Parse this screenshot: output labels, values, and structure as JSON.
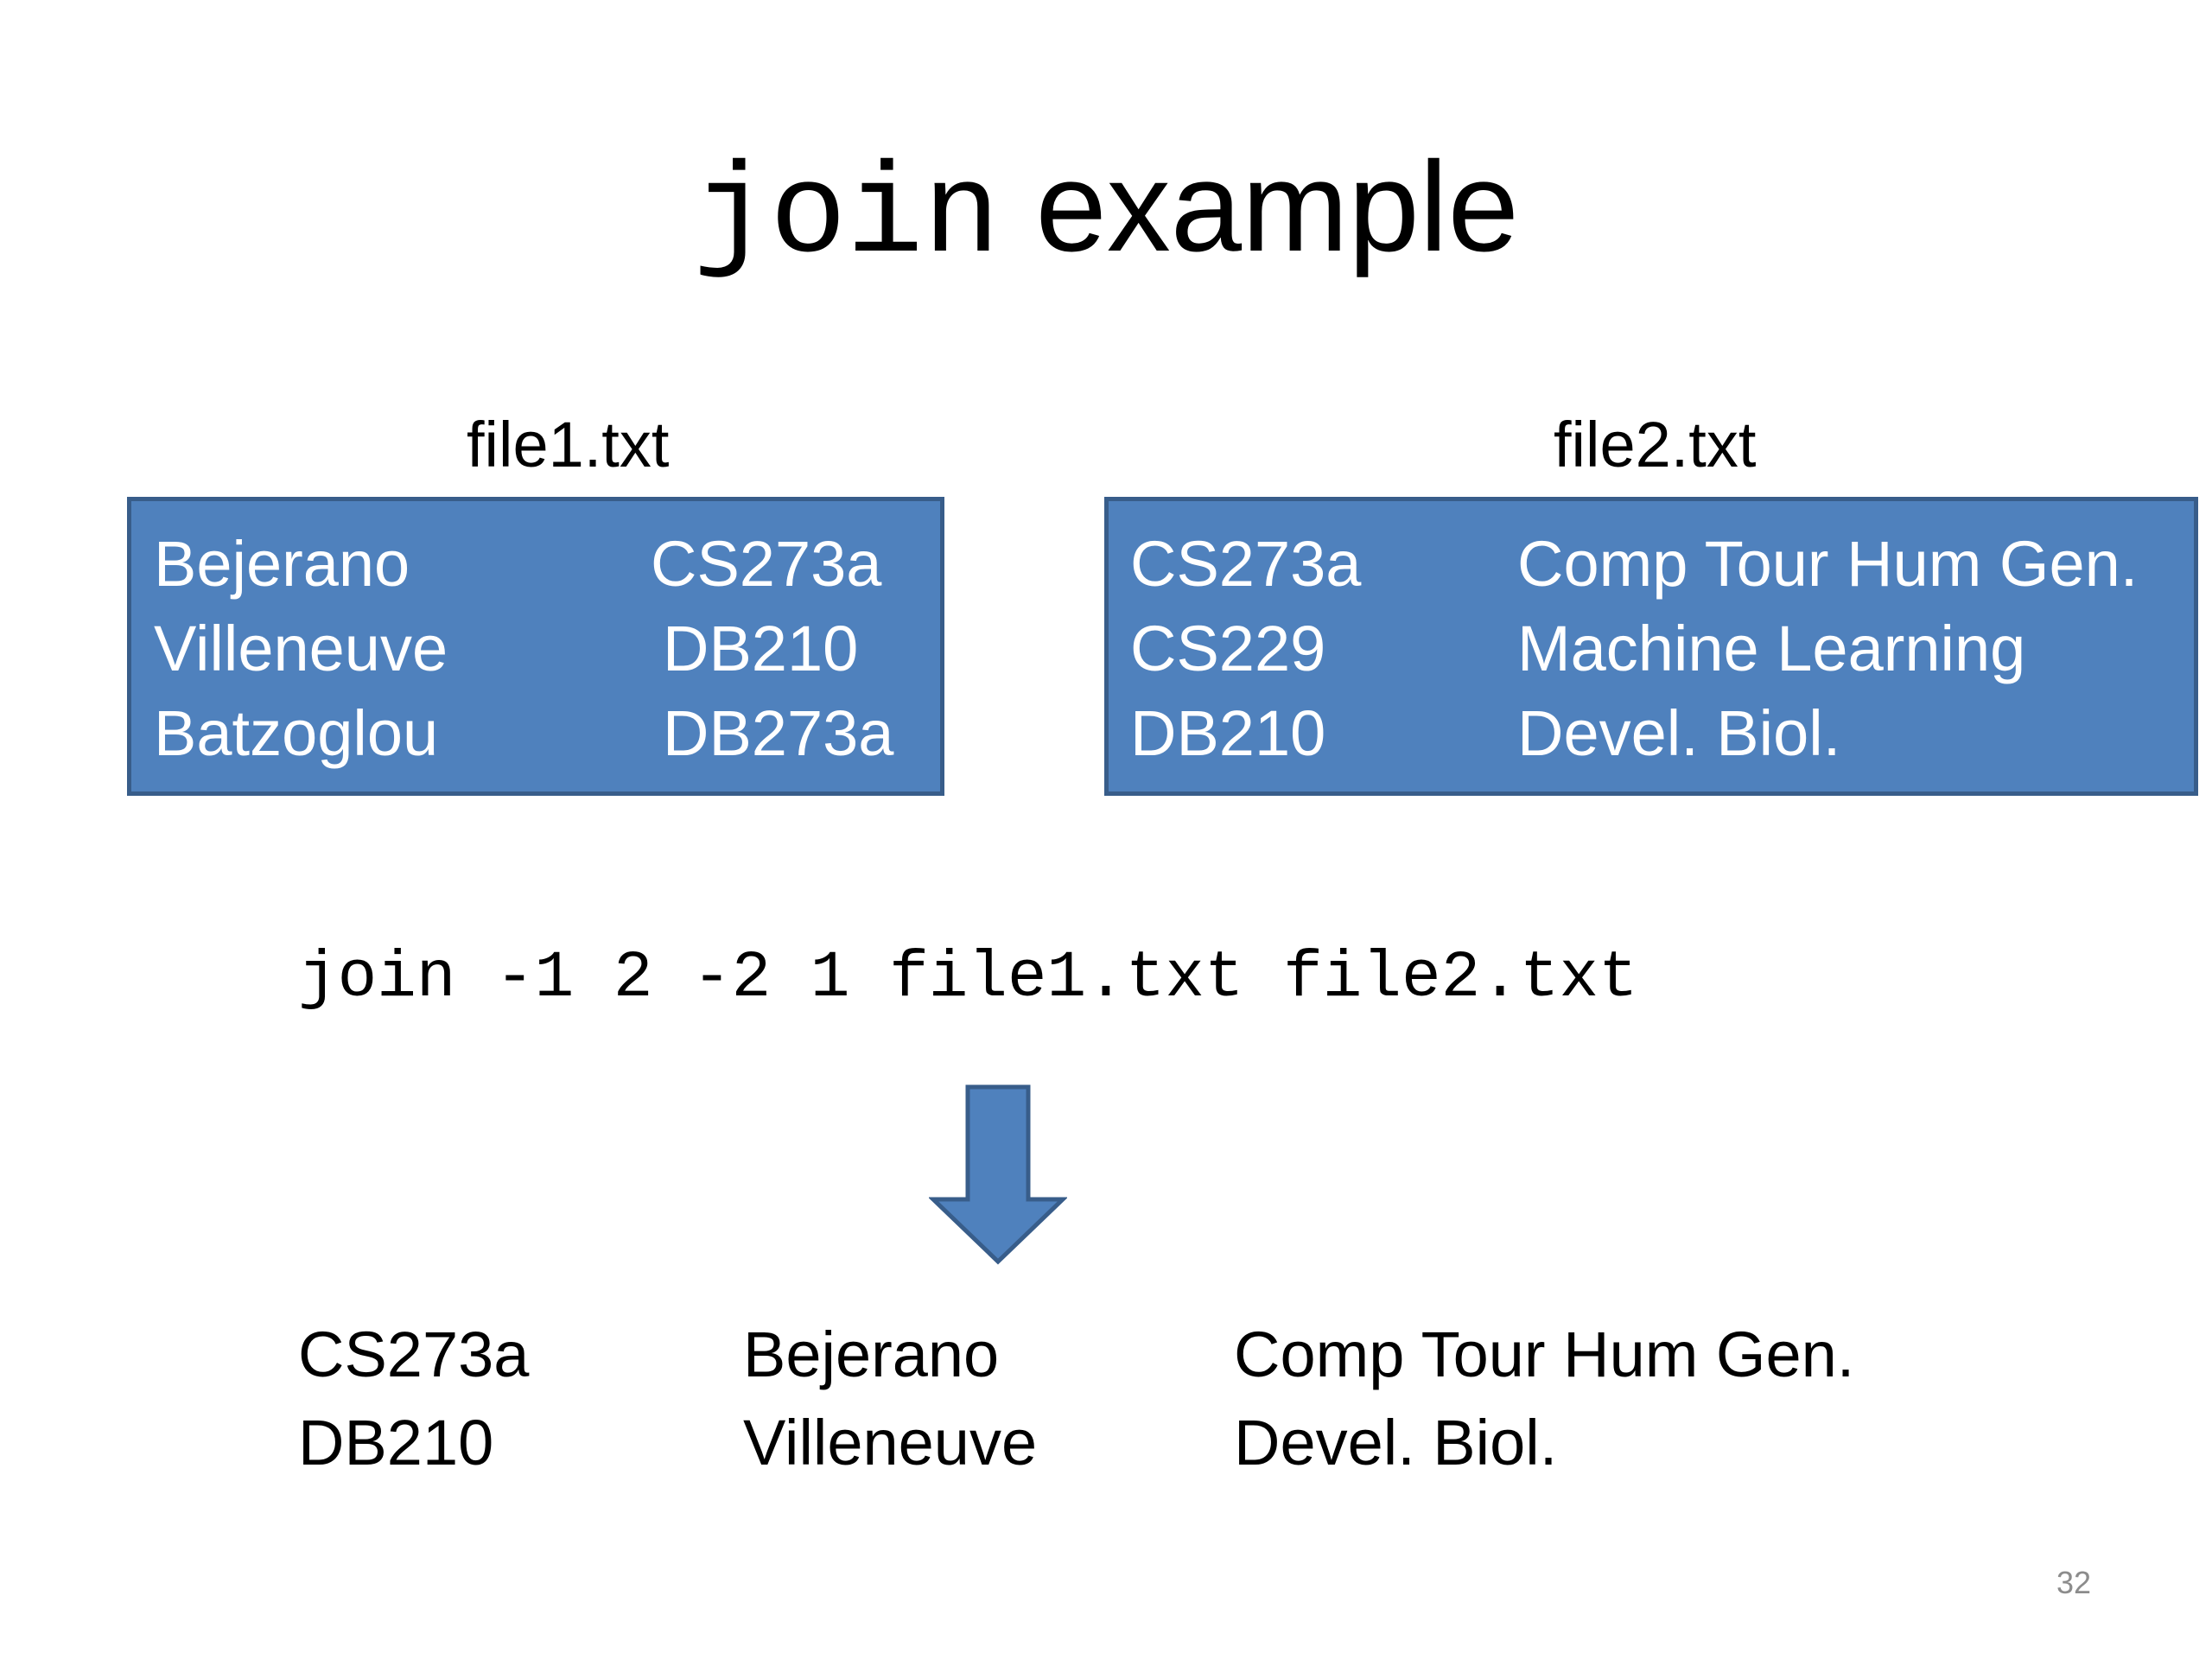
{
  "slide": {
    "title_code": "join",
    "title_rest": " example",
    "file1": {
      "label": "file1.txt",
      "col1": [
        "Bejerano",
        "Villeneuve",
        "Batzoglou"
      ],
      "col2": [
        "CS273a",
        "DB210",
        "DB273a"
      ]
    },
    "file2": {
      "label": "file2.txt",
      "col1": [
        "CS273a",
        "CS229",
        "DB210"
      ],
      "col2": [
        "Comp Tour Hum Gen.",
        "Machine Learning",
        "Devel. Biol."
      ]
    },
    "command": "join -1 2 -2 1 file1.txt file2.txt",
    "result": {
      "col1": [
        "CS273a",
        "DB210"
      ],
      "col2": [
        "Bejerano",
        "Villeneuve"
      ],
      "col3": [
        "Comp Tour Hum Gen.",
        "Devel. Biol."
      ]
    },
    "page_number": "32"
  },
  "colors": {
    "box_fill": "#4f81bd",
    "box_border": "#385d8a",
    "box_text": "#ffffff",
    "page_number": "#8c8c8c"
  },
  "icons": {
    "arrow": "arrow-down-icon"
  }
}
